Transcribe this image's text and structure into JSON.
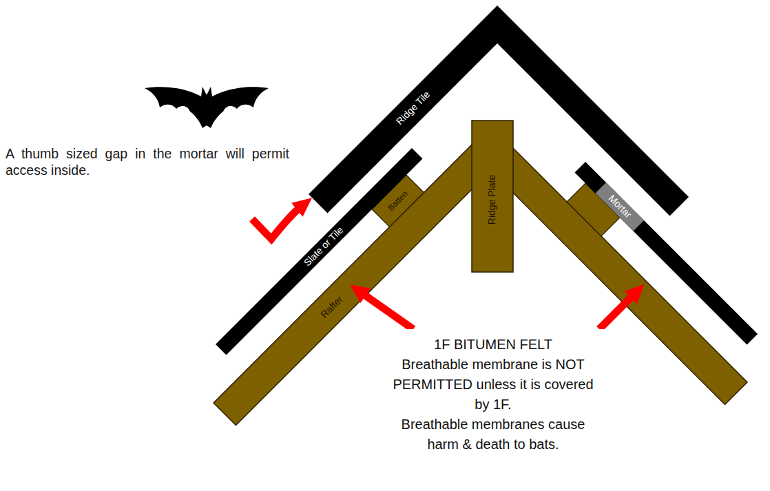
{
  "diagram": {
    "labels": [
      "A thumb sized gap in the mortar will permit access inside.",
      "Ridge Tile",
      "Ridge Plate",
      "Mortar",
      "Slate or Tile",
      "Batten",
      "Rafter",
      "1F BITUMEN FELT",
      "Breathable membrane is NOT PERMITTED unless it is covered by 1F.",
      "Breathable membranes cause harm & death to bats."
    ]
  }
}
